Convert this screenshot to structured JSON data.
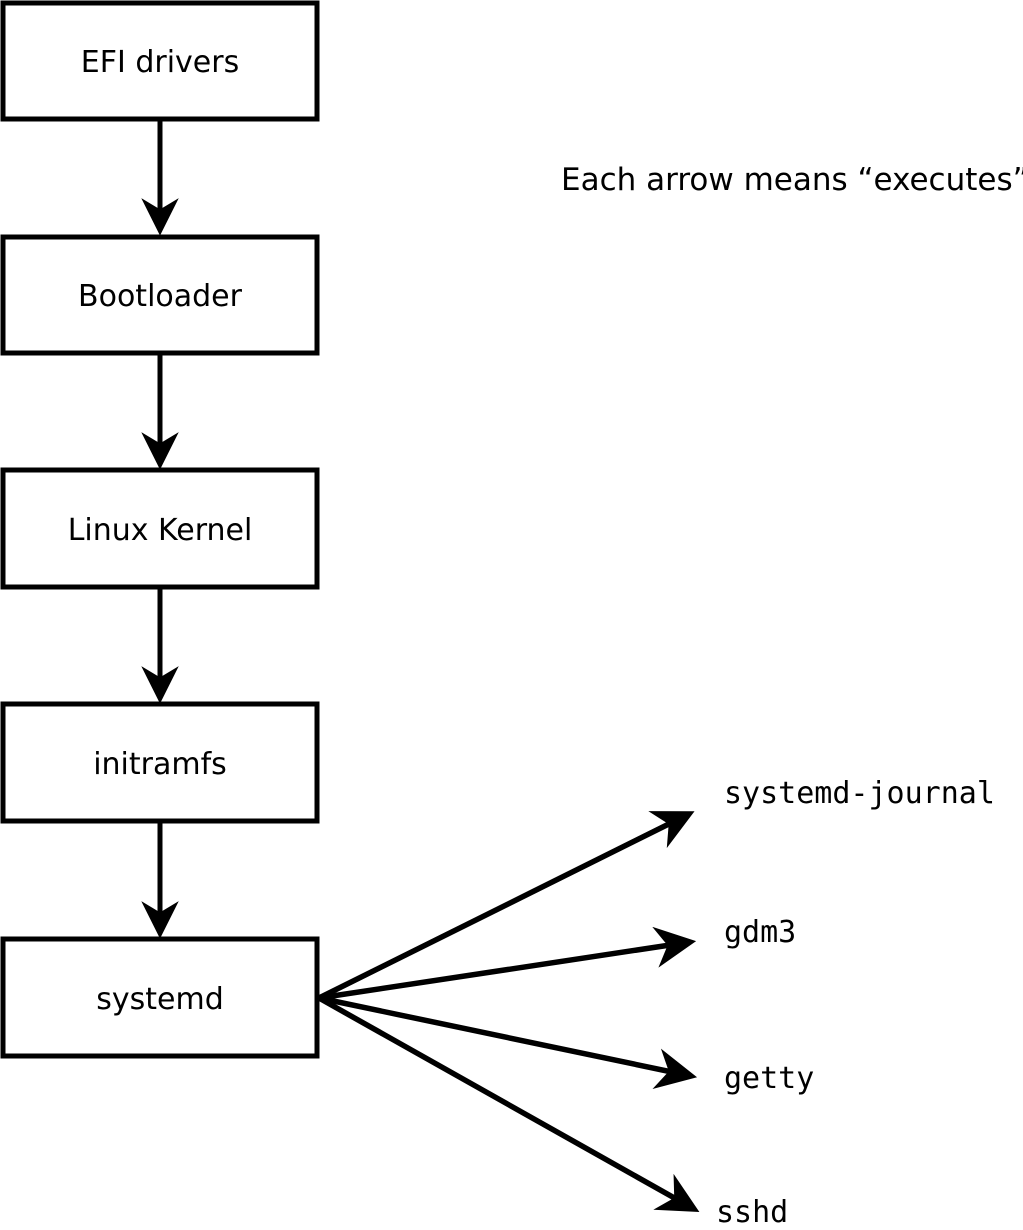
{
  "diagram": {
    "annotation": "Each arrow means “executes”.",
    "arrow_meaning": "executes",
    "colors": {
      "background": "#ffffff",
      "line": "#000000",
      "box_fill": "#ffffff",
      "text": "#000000"
    },
    "chain": [
      {
        "label": "EFI drivers"
      },
      {
        "label": "Bootloader"
      },
      {
        "label": "Linux Kernel"
      },
      {
        "label": "initramfs"
      },
      {
        "label": "systemd"
      }
    ],
    "targets": [
      {
        "label": "systemd-journal"
      },
      {
        "label": "gdm3"
      },
      {
        "label": "getty"
      },
      {
        "label": "sshd"
      }
    ]
  }
}
